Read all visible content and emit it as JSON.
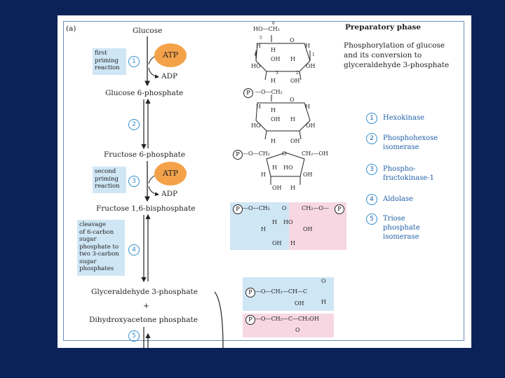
{
  "panel_label": "(a)",
  "phase_title": "Preparatory phase",
  "phase_desc": [
    "Phosphorylation of glucose",
    "and its conversion to",
    "glyceraldehyde 3-phosphate"
  ],
  "compounds": {
    "glucose": "Glucose",
    "g6p": "Glucose 6-phosphate",
    "f6p": "Fructose 6-phosphate",
    "f16bp": "Fructose 1,6-bisphosphate",
    "g3p": "Glyceraldehyde 3-phosphate",
    "plus": "+",
    "dhap": "Dihydroxyacetone phosphate"
  },
  "cofactors": {
    "atp1": "ATP",
    "adp1": "ADP",
    "atp2": "ATP",
    "adp2": "ADP"
  },
  "side_notes": {
    "first": [
      "first",
      "priming",
      "reaction"
    ],
    "second": [
      "second",
      "priming",
      "reaction"
    ],
    "cleavage": [
      "cleavage",
      "of 6-carbon",
      "sugar",
      "phosphate to",
      "two 3-carbon",
      "sugar",
      "phosphates"
    ]
  },
  "steps": [
    "1",
    "2",
    "3",
    "4",
    "5"
  ],
  "legend": [
    {
      "num": "1",
      "text": "Hexokinase"
    },
    {
      "num": "2",
      "text": "Phosphohexose\nisomerase"
    },
    {
      "num": "3",
      "text": "Phospho-\nfructokinase-1"
    },
    {
      "num": "4",
      "text": "Aldolase"
    },
    {
      "num": "5",
      "text": "Triose\nphosphate\nisomerase"
    }
  ],
  "struct": {
    "ho": "HO",
    "h": "H",
    "oh": "OH",
    "o": "O",
    "p": "P",
    "ch2": "CH₂",
    "ch": "CH",
    "c": "C",
    "ch2oh": "CH₂OH",
    "hoch2": "HO—CH₂",
    "n6": "6",
    "n5": "5",
    "n4": "4",
    "n3": "3",
    "n2": "2",
    "n1": "1"
  },
  "colors": {
    "background": "#0a2257",
    "atp": "#f4a24a",
    "blue_box": "#cfe6f5",
    "pink_box": "#f7d7e2",
    "accent": "#2f8fd0"
  }
}
